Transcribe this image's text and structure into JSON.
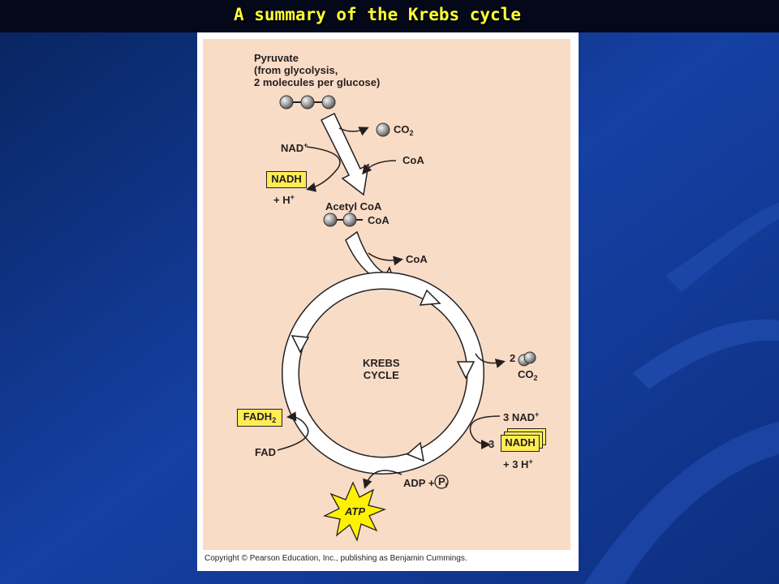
{
  "slide": {
    "title": "A summary of the Krebs cycle"
  },
  "colors": {
    "background": "#0f2f86",
    "title": "#ffff33",
    "figure_bg": "#f9dcc6",
    "highlight_box": "#ffec55"
  },
  "diagram": {
    "pyruvate": [
      "Pyruvate",
      "(from glycolysis,",
      "2 molecules per glucose)"
    ],
    "co2_top": "CO",
    "co2_sub": "2",
    "nad": "NAD",
    "nad_sup": "+",
    "coa_in": "CoA",
    "nadh": "NADH",
    "h_plus": "+ H",
    "h_sup": "+",
    "acetyl_coa": "Acetyl CoA",
    "acetyl_coa_tag": "CoA",
    "coa_out": "CoA",
    "cycle_label": [
      "KREBS",
      "CYCLE"
    ],
    "co2_count": "2",
    "co2_right": "CO",
    "co2_right_sub": "2",
    "nad_right": "3 NAD",
    "nad_right_sup": "+",
    "nadh_count": "3",
    "nadh_right": "NADH",
    "h_right": "+ 3 H",
    "h_right_sup": "+",
    "fadh2": "FADH",
    "fadh2_sub": "2",
    "fad": "FAD",
    "adp": "ADP +",
    "pi": "P",
    "pi_sub": "i",
    "atp": "ATP"
  },
  "copyright": "Copyright © Pearson Education, Inc., publishing as Benjamin Cummings."
}
